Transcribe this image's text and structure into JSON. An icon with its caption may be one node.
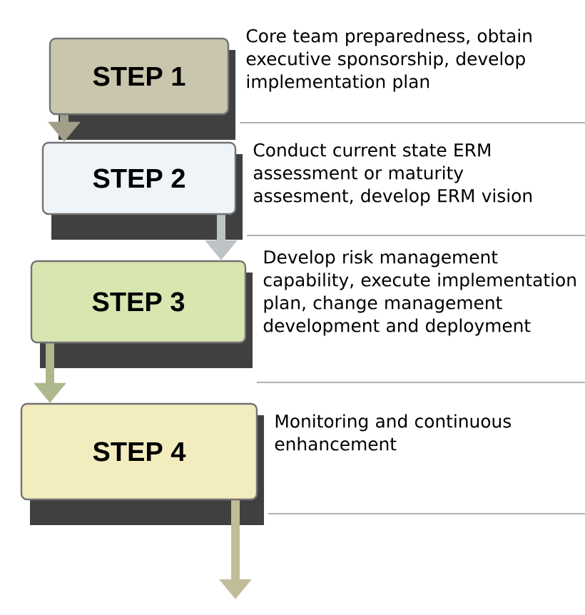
{
  "diagram": {
    "nodes": [
      {
        "text": [
          "STEP 1"
        ],
        "beside": [
          "Core team preparedness, obtain executive sponsorship, develop implementation plan"
        ]
      },
      {
        "text": [
          "STEP 2"
        ],
        "beside": [
          "Conduct current state ERM assessment or maturity assesment, develop ERM vision"
        ]
      },
      {
        "text": [
          "STEP 3"
        ],
        "beside": [
          "Develop risk management capability, execute implementation plan, change management development and deployment"
        ]
      },
      {
        "text": [
          "STEP 4"
        ],
        "beside": [
          "Monitoring and continuous enhancement"
        ]
      }
    ],
    "edges": [
      {
        "from": 0,
        "to": 1,
        "arrow": "to"
      },
      {
        "from": 1,
        "to": 2,
        "arrow": "to"
      },
      {
        "from": 2,
        "to": 3,
        "arrow": "to"
      },
      {
        "from": 3,
        "to": null,
        "arrow": "to"
      }
    ]
  }
}
